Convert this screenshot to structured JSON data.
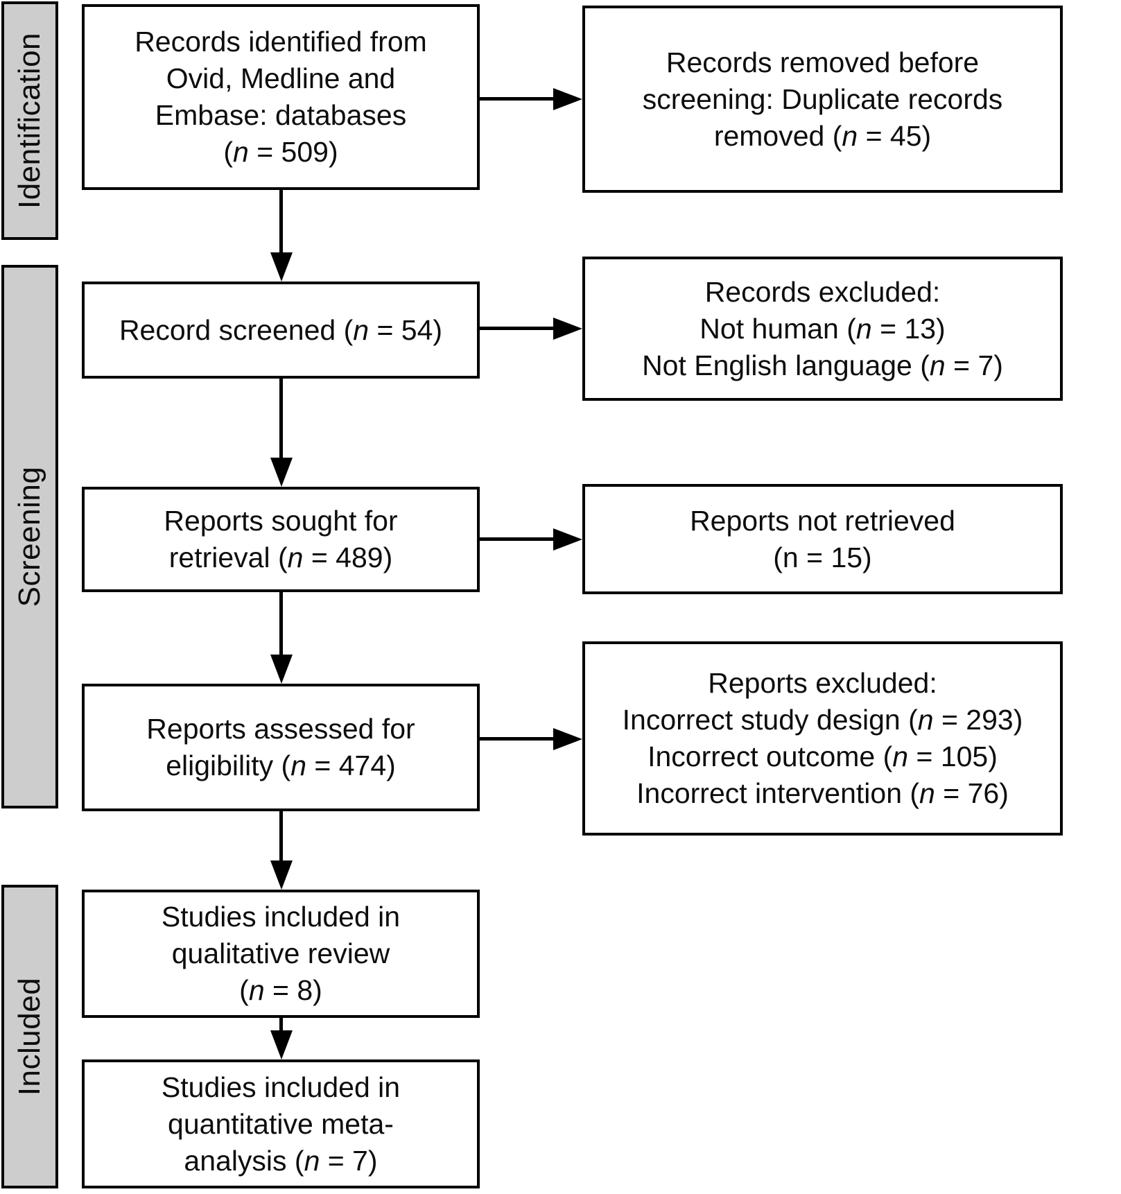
{
  "figure": {
    "type": "prisma-flow-diagram",
    "colors": {
      "stage_bar_fill": "#cdcdcd",
      "border": "#000000",
      "box_fill": "#ffffff",
      "text": "#0d0d0d"
    },
    "sidebar": {
      "stages": [
        {
          "label": "Identification"
        },
        {
          "label": "Screening"
        },
        {
          "label": "Included"
        }
      ]
    },
    "left_boxes": [
      {
        "lines": [
          "Records identified from",
          "Ovid, Medline and",
          "Embase: databases",
          "(n = 509)"
        ],
        "italic_n": true
      },
      {
        "lines": [
          "Record screened (n = 54)"
        ],
        "italic_n": true
      },
      {
        "lines": [
          "Reports sought for",
          "retrieval (n = 489)"
        ],
        "italic_n": true
      },
      {
        "lines": [
          "Reports assessed for",
          "eligibility (n = 474)"
        ],
        "italic_n": true
      },
      {
        "lines": [
          "Studies included in",
          "qualitative review",
          "(n = 8)"
        ],
        "italic_n": true
      },
      {
        "lines": [
          "Studies included in",
          "quantitative meta-",
          "analysis (n = 7)"
        ],
        "italic_n": true
      }
    ],
    "right_boxes": [
      {
        "lines": [
          "Records removed before",
          "screening: Duplicate records",
          "removed (n = 45)"
        ],
        "italic_n": true
      },
      {
        "lines": [
          "Records excluded:",
          "Not human (n = 13)",
          "Not English language (n = 7)"
        ],
        "italic_n": true
      },
      {
        "lines": [
          "Reports not retrieved",
          "(n = 15)"
        ],
        "italic_n": false
      },
      {
        "lines": [
          "Reports excluded:",
          "Incorrect study design (n = 293)",
          "Incorrect outcome (n = 105)",
          "Incorrect intervention (n = 76)"
        ],
        "italic_n": true
      }
    ]
  }
}
